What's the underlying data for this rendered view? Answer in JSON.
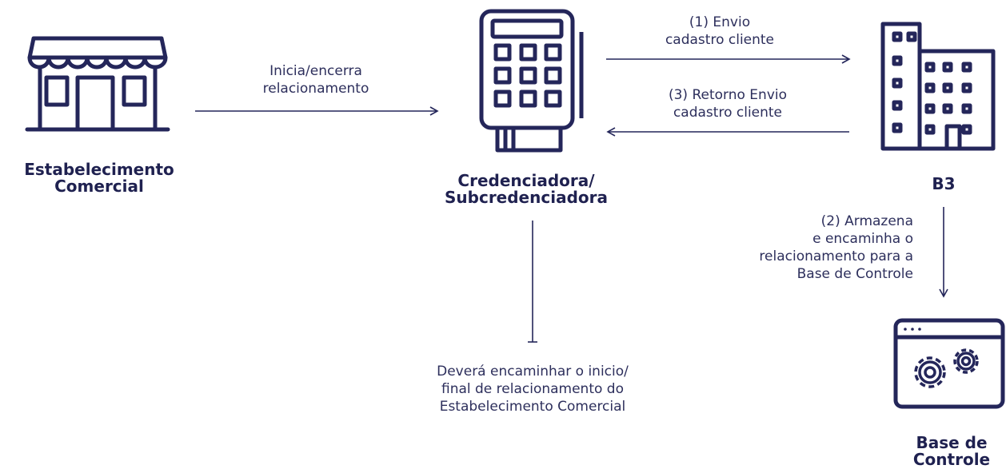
{
  "colors": {
    "stroke": "#24265a",
    "text": "#1f2150",
    "background": "#ffffff"
  },
  "nodes": {
    "store": {
      "title_line1": "Estabelecimento",
      "title_line2": "Comercial",
      "icon": "storefront-icon"
    },
    "acquirer": {
      "title_line1": "Credenciadora/",
      "title_line2": "Subcredenciadora",
      "icon": "payment-terminal-icon"
    },
    "b3": {
      "title": "B3",
      "icon": "buildings-icon"
    },
    "control_base": {
      "title_line1": "Base de",
      "title_line2": "Controle",
      "icon": "settings-window-icon"
    }
  },
  "edges": {
    "store_to_acquirer": {
      "line1": "Inicia/encerra",
      "line2": "relacionamento"
    },
    "acquirer_to_b3": {
      "line1": "(1) Envio",
      "line2": "cadastro cliente"
    },
    "b3_to_acquirer": {
      "line1": "(3) Retorno Envio",
      "line2": "cadastro cliente"
    },
    "b3_to_control": {
      "line1": "(2) Armazena",
      "line2": "e encaminha o",
      "line3": "relacionamento para a",
      "line4": "Base de Controle"
    },
    "acquirer_note": {
      "line1": "Deverá encaminhar o inicio/",
      "line2": "final de relacionamento do",
      "line3": "Estabelecimento Comercial"
    }
  }
}
